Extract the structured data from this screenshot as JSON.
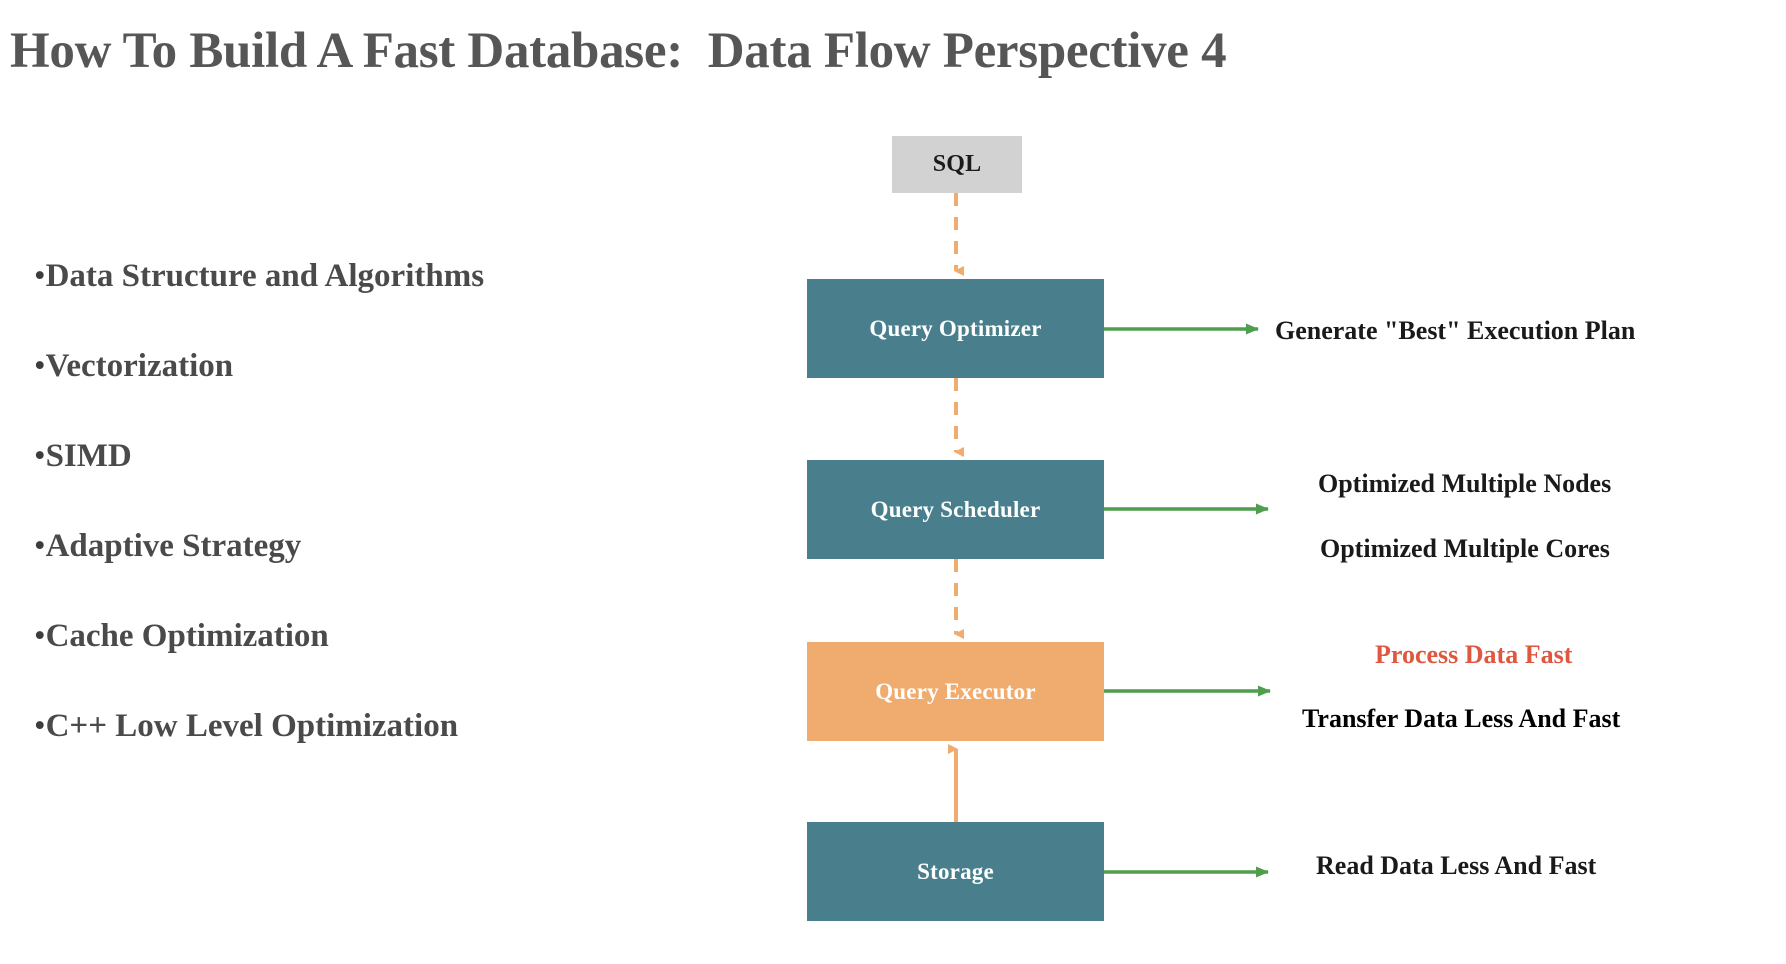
{
  "slide": {
    "title": "How To Build A Fast Database:  Data Flow Perspective 4",
    "background_color": "#ffffff",
    "title_color": "#565656"
  },
  "bullets": [
    {
      "marker": "•",
      "label": "Data Structure and Algorithms"
    },
    {
      "marker": "•",
      "label": "Vectorization"
    },
    {
      "marker": "•",
      "label": "SIMD"
    },
    {
      "marker": "•",
      "label": "Adaptive Strategy"
    },
    {
      "marker": "•",
      "label": "Cache Optimization"
    },
    {
      "marker": "•",
      "label": "C++ Low Level Optimization"
    }
  ],
  "diagram": {
    "nodes": [
      {
        "id": "sql",
        "label": "SQL",
        "fill": "#d2d2d2",
        "text_color": "#1b1b1b"
      },
      {
        "id": "optimizer",
        "label": "Query Optimizer",
        "fill": "#497f8d",
        "text_color": "#ffffff"
      },
      {
        "id": "scheduler",
        "label": "Query Scheduler",
        "fill": "#497f8d",
        "text_color": "#ffffff"
      },
      {
        "id": "executor",
        "label": "Query Executor",
        "fill": "#f0ac6e",
        "text_color": "#ffffff"
      },
      {
        "id": "storage",
        "label": "Storage",
        "fill": "#497f8d",
        "text_color": "#ffffff"
      }
    ],
    "flow_arrow_color": "#f0ac6e",
    "output_arrow_color": "#4e9e4e",
    "flow_edges": [
      {
        "from": "sql",
        "to": "optimizer",
        "style": "dashed",
        "direction": "down"
      },
      {
        "from": "optimizer",
        "to": "scheduler",
        "style": "dashed",
        "direction": "down"
      },
      {
        "from": "scheduler",
        "to": "executor",
        "style": "dashed",
        "direction": "down"
      },
      {
        "from": "storage",
        "to": "executor",
        "style": "solid",
        "direction": "up"
      }
    ]
  },
  "annotations": {
    "optimizer": "Generate \"Best\" Execution Plan",
    "scheduler_nodes": "Optimized Multiple Nodes",
    "scheduler_cores": "Optimized Multiple Cores",
    "executor_process": "Process Data Fast",
    "executor_transfer": "Transfer Data Less And Fast",
    "storage_read": "Read Data Less And Fast"
  },
  "colors": {
    "teal": "#497f8d",
    "orange": "#f0ac6e",
    "gray": "#d2d2d2",
    "green": "#4e9e4e",
    "red": "#e0573f",
    "title_gray": "#565656",
    "bullet_gray": "#4a4a4a"
  }
}
